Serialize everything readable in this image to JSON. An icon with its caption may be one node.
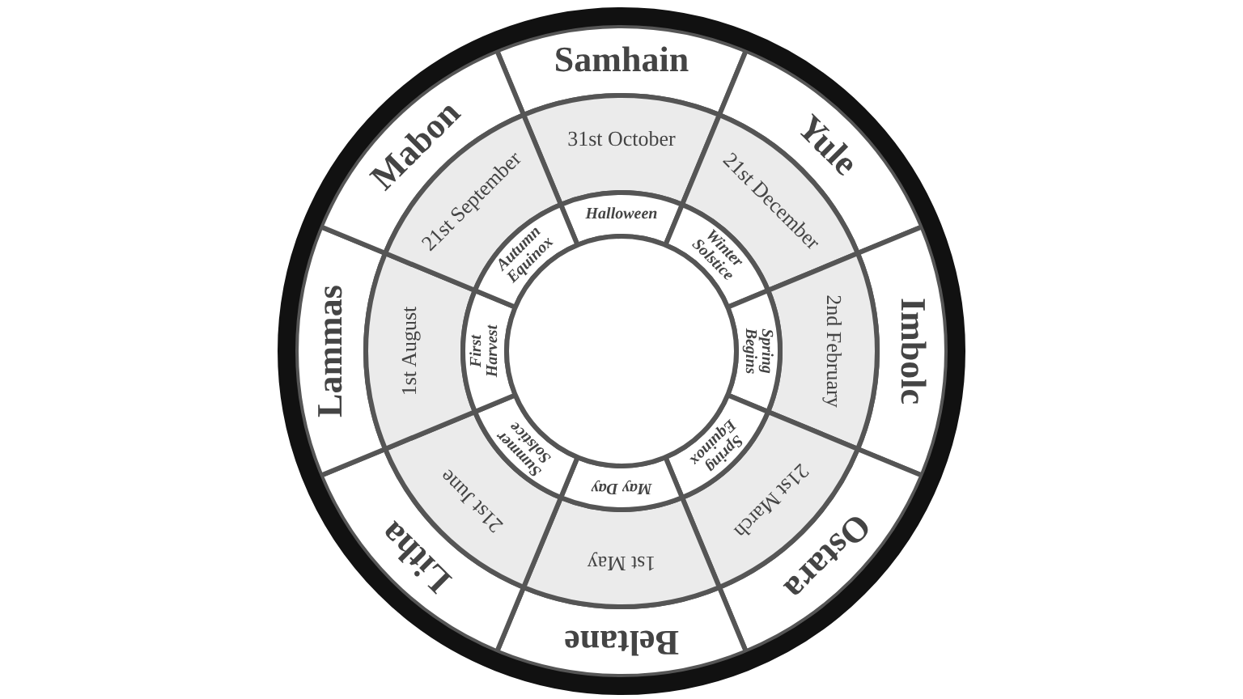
{
  "diagram": {
    "nodes": [
      {
        "text": [
          "Samhain"
        ]
      },
      {
        "text": [
          "31st October"
        ]
      },
      {
        "text": [
          "Halloween"
        ]
      },
      {
        "text": [
          "Yule"
        ]
      },
      {
        "text": [
          "21st December"
        ]
      },
      {
        "text": [
          "Winter Solstice"
        ]
      },
      {
        "text": [
          "Imbolc"
        ]
      },
      {
        "text": [
          "2nd February"
        ]
      },
      {
        "text": [
          "Spring Begins"
        ]
      },
      {
        "text": [
          "Ostara"
        ]
      },
      {
        "text": [
          "21st March"
        ]
      },
      {
        "text": [
          "Spring Equinox"
        ]
      },
      {
        "text": [
          "Beltane"
        ]
      },
      {
        "text": [
          "1st May"
        ]
      },
      {
        "text": [
          "May Day"
        ]
      },
      {
        "text": [
          "Litha"
        ]
      },
      {
        "text": [
          "21st June"
        ]
      },
      {
        "text": [
          "Summer Solstice"
        ]
      },
      {
        "text": [
          "Lammas"
        ]
      },
      {
        "text": [
          "1st August"
        ]
      },
      {
        "text": [
          "First Harvest"
        ]
      },
      {
        "text": [
          "Mabon"
        ]
      },
      {
        "text": [
          "21st September"
        ]
      },
      {
        "text": [
          "Autumn Equinox"
        ]
      },
      {
        "text": [],
        "shape": "circle"
      }
    ]
  }
}
